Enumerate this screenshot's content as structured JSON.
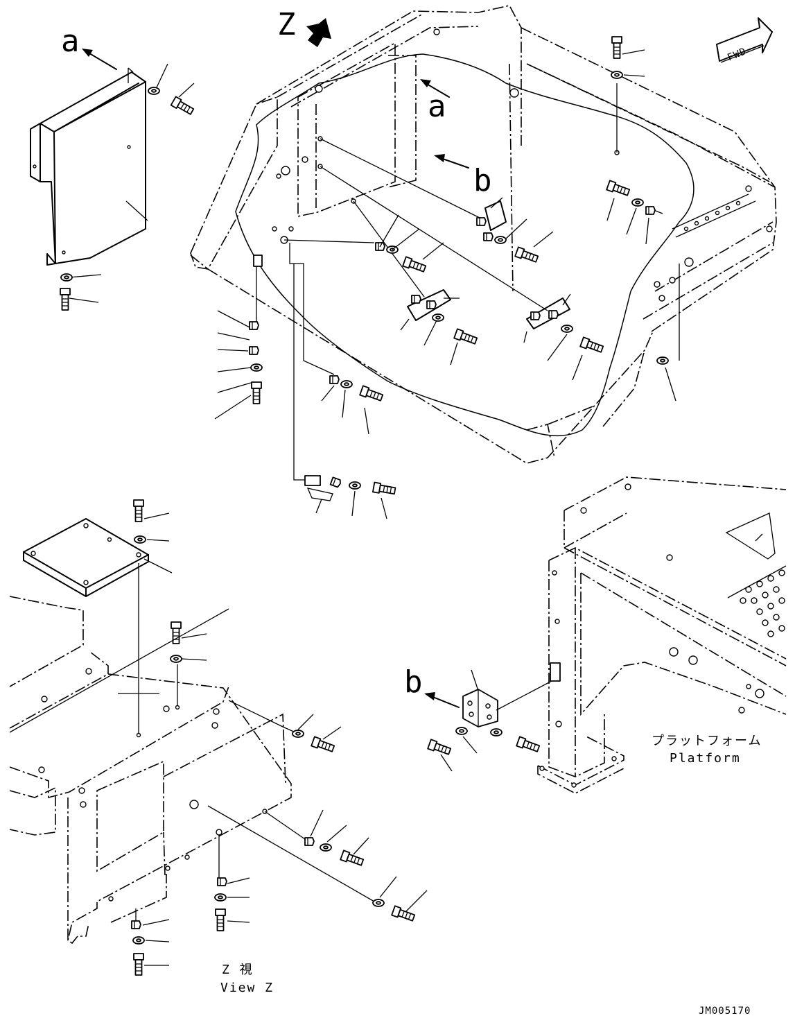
{
  "labels": {
    "z_view_marker": "Z",
    "ref_a": "a",
    "ref_b": "b",
    "fwd": "FWD",
    "platform_jp": "プラットフォーム",
    "platform_en": "Platform",
    "view_z_jp": "Z 視",
    "view_z_en": "View Z",
    "drawing_number": "JM005170"
  }
}
